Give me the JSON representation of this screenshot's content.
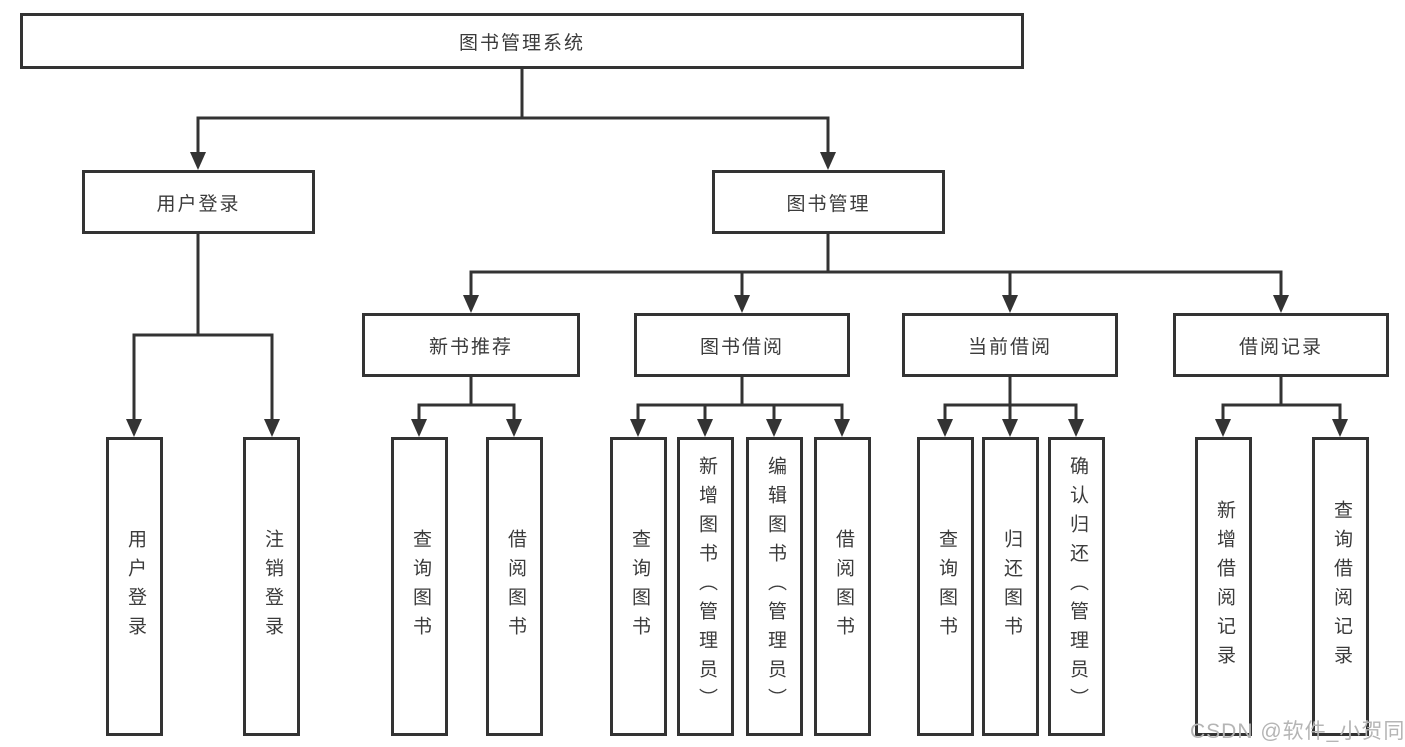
{
  "tree": {
    "label": "图书管理系统",
    "children": [
      {
        "label": "用户登录",
        "children": [
          {
            "label": "用户登录"
          },
          {
            "label": "注销登录"
          }
        ]
      },
      {
        "label": "图书管理",
        "children": [
          {
            "label": "新书推荐",
            "children": [
              {
                "label": "查询图书"
              },
              {
                "label": "借阅图书"
              }
            ]
          },
          {
            "label": "图书借阅",
            "children": [
              {
                "label": "查询图书"
              },
              {
                "label": "新增图书（管理员）"
              },
              {
                "label": "编辑图书（管理员）"
              },
              {
                "label": "借阅图书"
              }
            ]
          },
          {
            "label": "当前借阅",
            "children": [
              {
                "label": "查询图书"
              },
              {
                "label": "归还图书"
              },
              {
                "label": "确认归还（管理员）"
              }
            ]
          },
          {
            "label": "借阅记录",
            "children": [
              {
                "label": "新增借阅记录"
              },
              {
                "label": "查询借阅记录"
              }
            ]
          }
        ]
      }
    ]
  },
  "watermark": {
    "text": "CSDN @软件_小贺同学"
  },
  "colors": {
    "line": "#333333",
    "box_border": "#333333",
    "text": "#3b3b3b",
    "watermark": "#b5b5b5",
    "background": "#ffffff"
  }
}
